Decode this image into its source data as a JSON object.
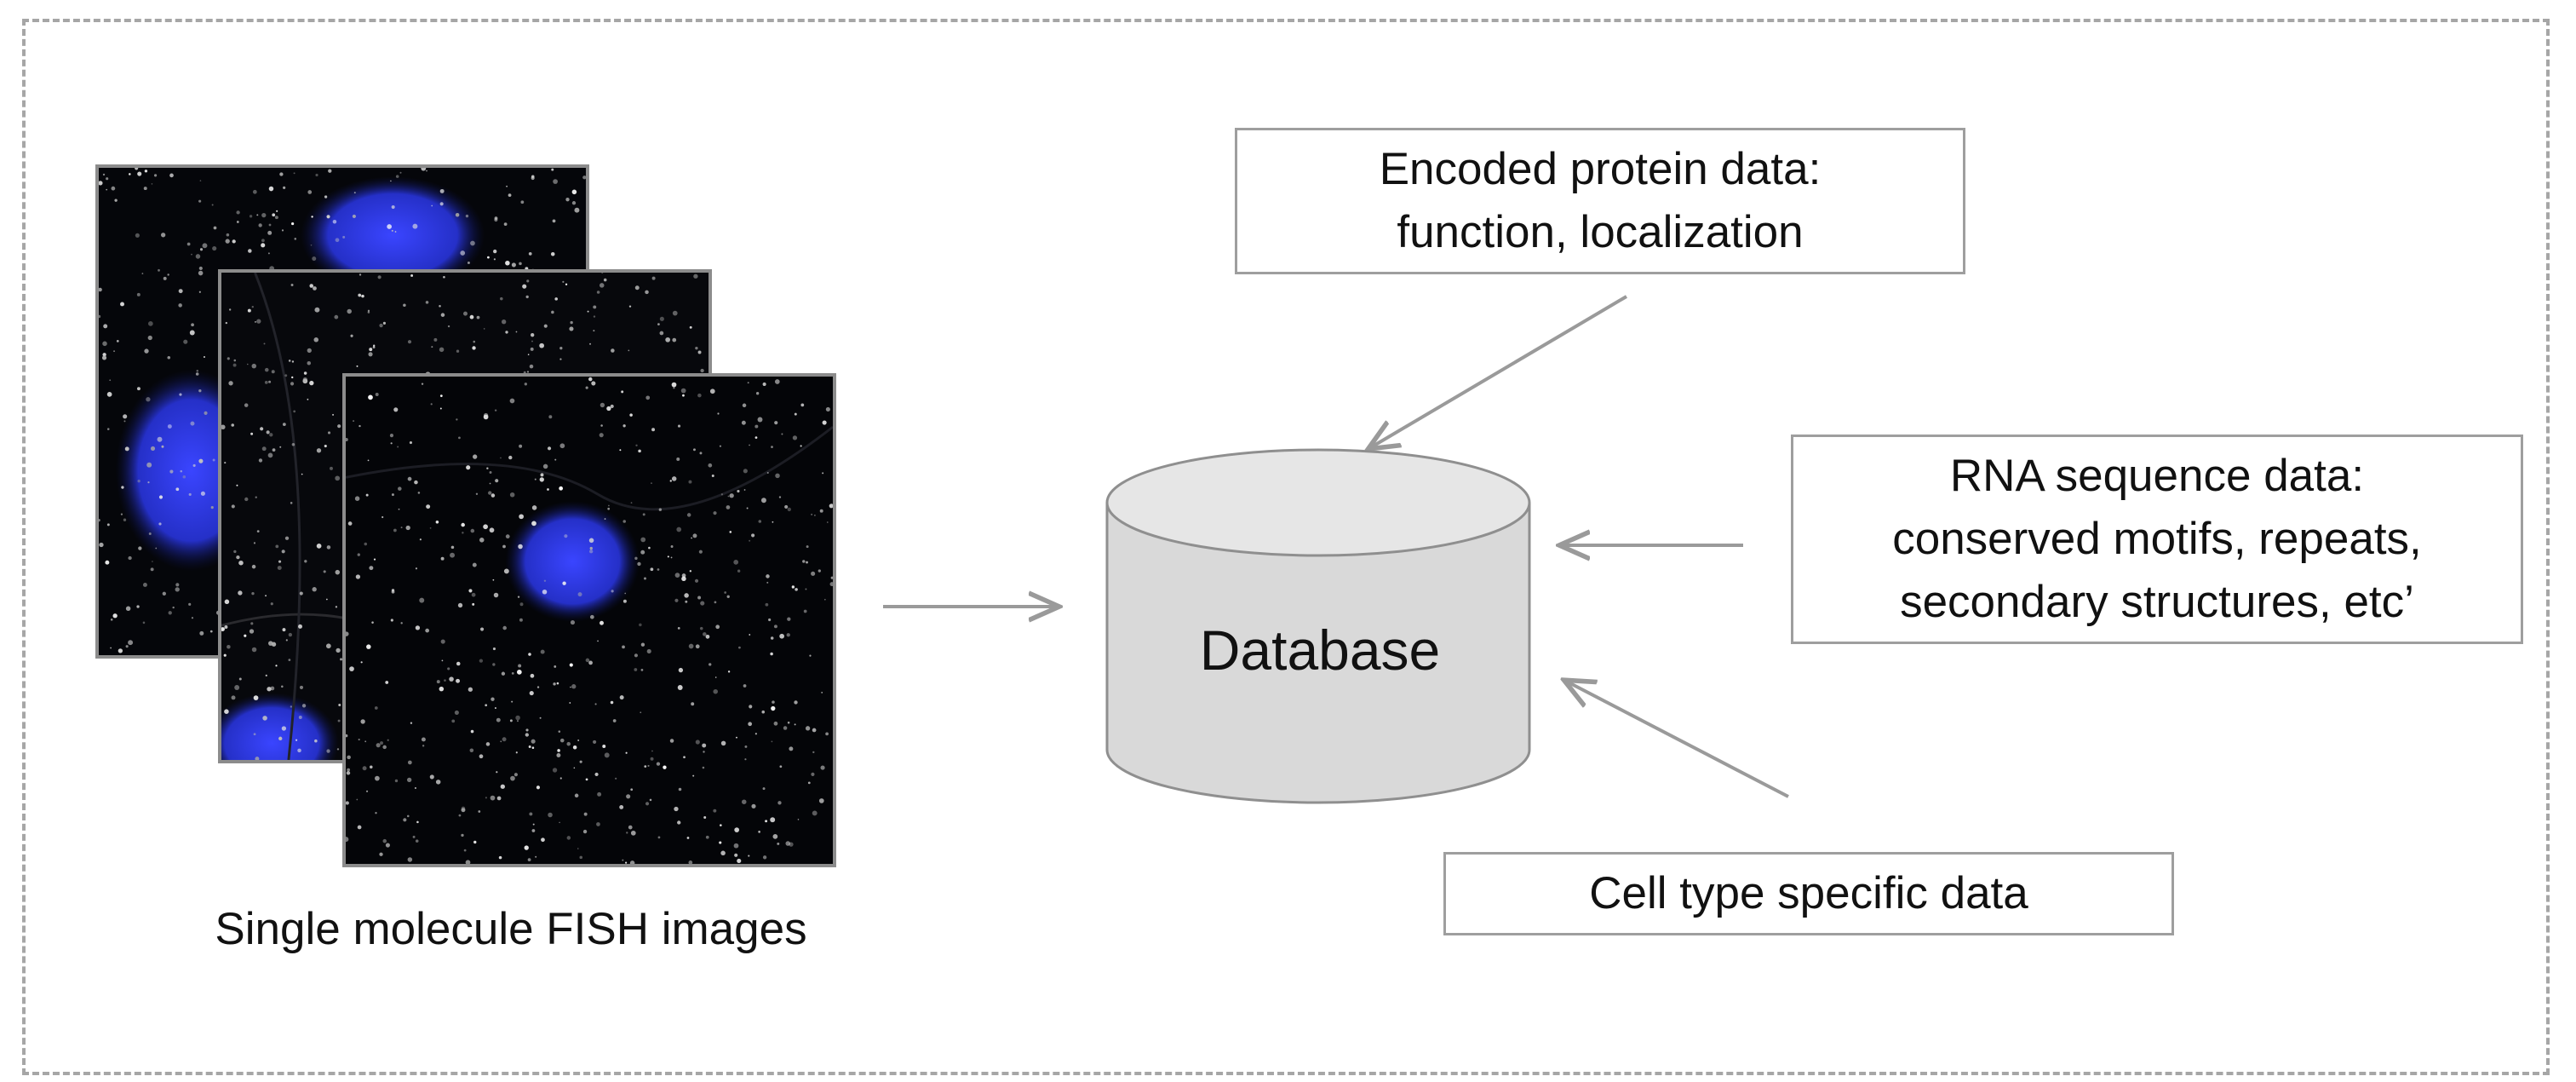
{
  "diagram": {
    "images_caption": "Single molecule FISH images",
    "database_label": "Database",
    "sources": {
      "protein": {
        "lines": [
          "Encoded protein data:",
          "function, localization"
        ]
      },
      "rna": {
        "lines": [
          "RNA sequence data:",
          "conserved motifs, repeats,",
          "secondary structures, etc’"
        ]
      },
      "cell_type": {
        "lines": [
          "Cell type specific data"
        ]
      }
    },
    "colors": {
      "frame_border": "#a6a6a6",
      "box_border": "#9e9e9e",
      "arrow": "#9a9a9a",
      "cylinder_fill": "#d9d9d9",
      "nucleus": "#2b36e8",
      "micrograph_bg": "#05060a"
    }
  }
}
